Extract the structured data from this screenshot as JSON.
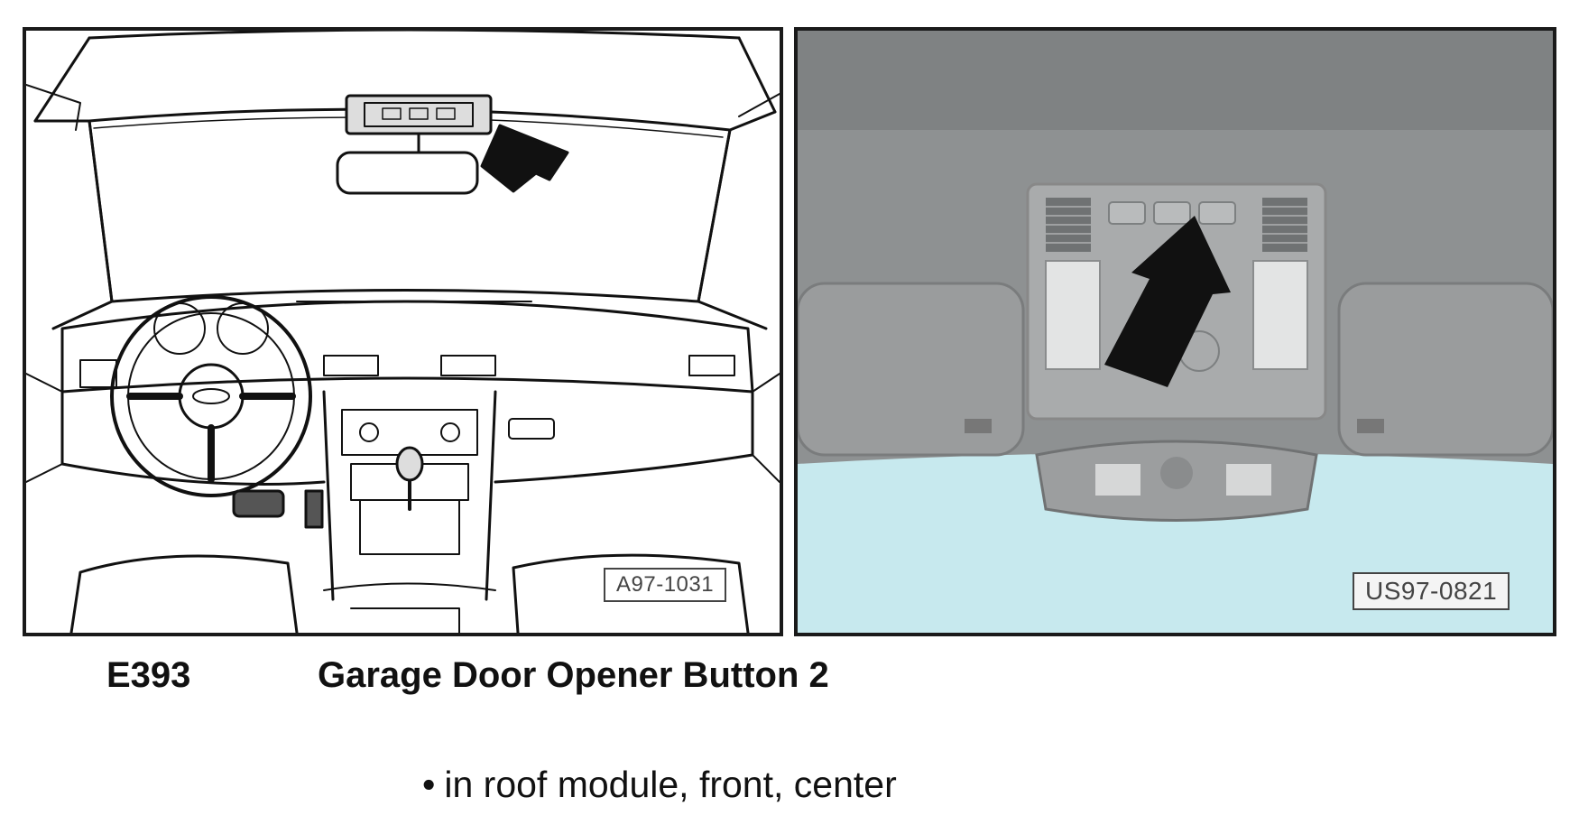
{
  "figures": [
    {
      "label": "A97-1031"
    },
    {
      "label": "US97-0821"
    }
  ],
  "component": {
    "code": "E393",
    "name": "Garage Door Opener Button 2"
  },
  "locations": [
    "in roof module, front, center"
  ]
}
